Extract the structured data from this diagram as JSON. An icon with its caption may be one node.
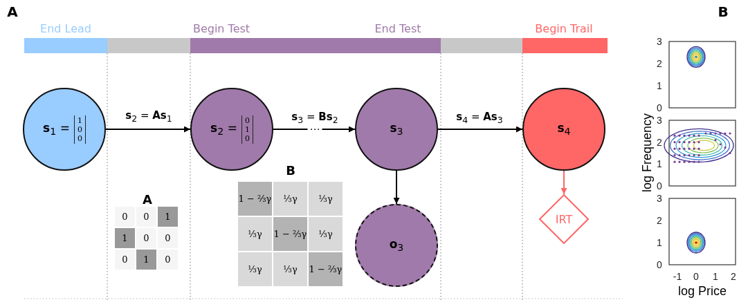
{
  "diagram": {
    "nodes": [
      {
        "text": [
          "**s**$_{1}$ =",
          "1 0 0"
        ]
      },
      {
        "text": [
          "**s**$_{2}$ =",
          "0 1 0"
        ]
      },
      {
        "text": [
          "**s**$_{3}$"
        ]
      },
      {
        "text": [
          "**s**$_{4}$"
        ]
      },
      {
        "text": [
          "**o**$_{3}$"
        ]
      },
      {
        "text": [
          "IRT"
        ]
      }
    ],
    "edges": [
      {
        "from": 0,
        "to": 1,
        "arrow": "to",
        "label": "**s**$_{2}$ = **As**$_{1}$"
      },
      {
        "from": 1,
        "to": 2,
        "arrow": "to",
        "label": "**s**$_{3}$ = **Bs**$_{2}$"
      },
      {
        "from": 2,
        "to": 3,
        "arrow": "to",
        "label": "**s**$_{4}$ = **As**$_{3}$"
      },
      {
        "from": 2,
        "to": 4,
        "arrow": "to"
      },
      {
        "from": 3,
        "to": 5,
        "arrow": "to",
        "color": "#ff6666"
      }
    ],
    "labels": [
      "A",
      "B",
      "End Lead",
      "Begin Test",
      "End Test",
      "Begin Trail",
      "⋯",
      "B",
      "1 − ⅔γ",
      "⅓γ",
      "⅓γ",
      "⅓γ",
      "1 − ⅔γ",
      "⅓γ",
      "⅓γ",
      "⅓γ",
      "1 − ⅔γ",
      "A",
      "0",
      "0",
      "1",
      "1",
      "0",
      "0",
      "0",
      "1",
      "0",
      "3",
      "2",
      "1",
      "0",
      "3",
      "2",
      "1",
      "0",
      "3",
      "2",
      "1",
      "0",
      "-1",
      "0",
      "1",
      "2",
      "log Frequency",
      "log Price"
    ]
  }
}
